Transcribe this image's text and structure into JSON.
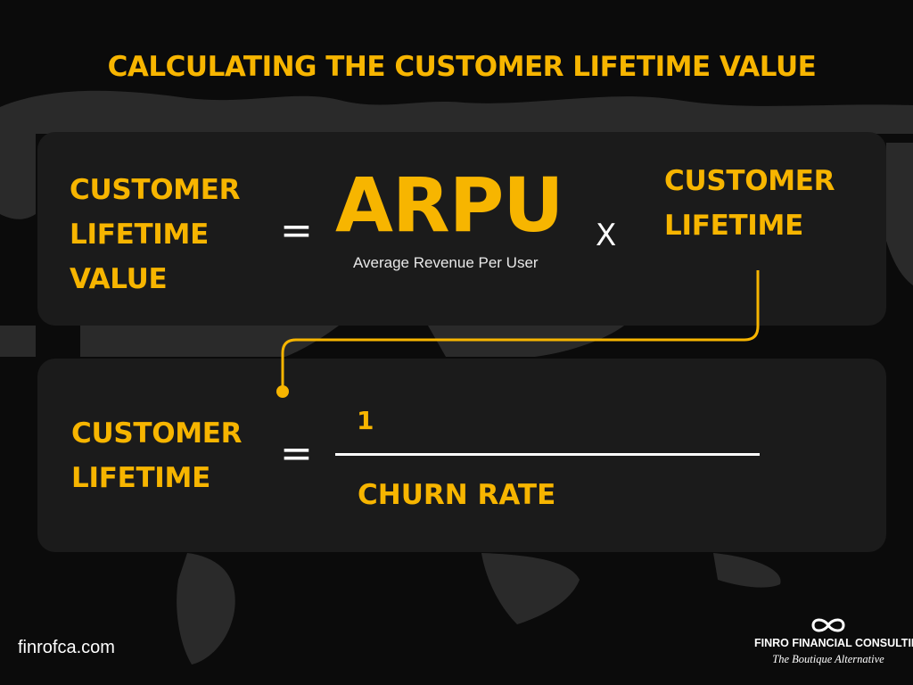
{
  "title": "CALCULATING THE CUSTOMER LIFETIME VALUE",
  "colors": {
    "accent": "#f7b500",
    "panel": "#1b1b1b",
    "background": "#0b0b0b",
    "text": "#ffffff"
  },
  "formula_1": {
    "left_lines": [
      "CUSTOMER",
      "LIFETIME",
      "VALUE"
    ],
    "equals": "=",
    "term": "ARPU",
    "term_description": "Average Revenue Per User",
    "operator": "X",
    "right_lines": [
      "CUSTOMER",
      "LIFETIME"
    ]
  },
  "formula_2": {
    "left_lines": [
      "CUSTOMER",
      "LIFETIME"
    ],
    "equals": "=",
    "numerator": "1",
    "denominator": "CHURN RATE"
  },
  "footer": {
    "website": "finrofca.com",
    "brand_logo_icon": "infinity-icon",
    "brand_name": "FINRO FINANCIAL CONSULTING",
    "brand_tagline": "The Boutique Alternative"
  }
}
